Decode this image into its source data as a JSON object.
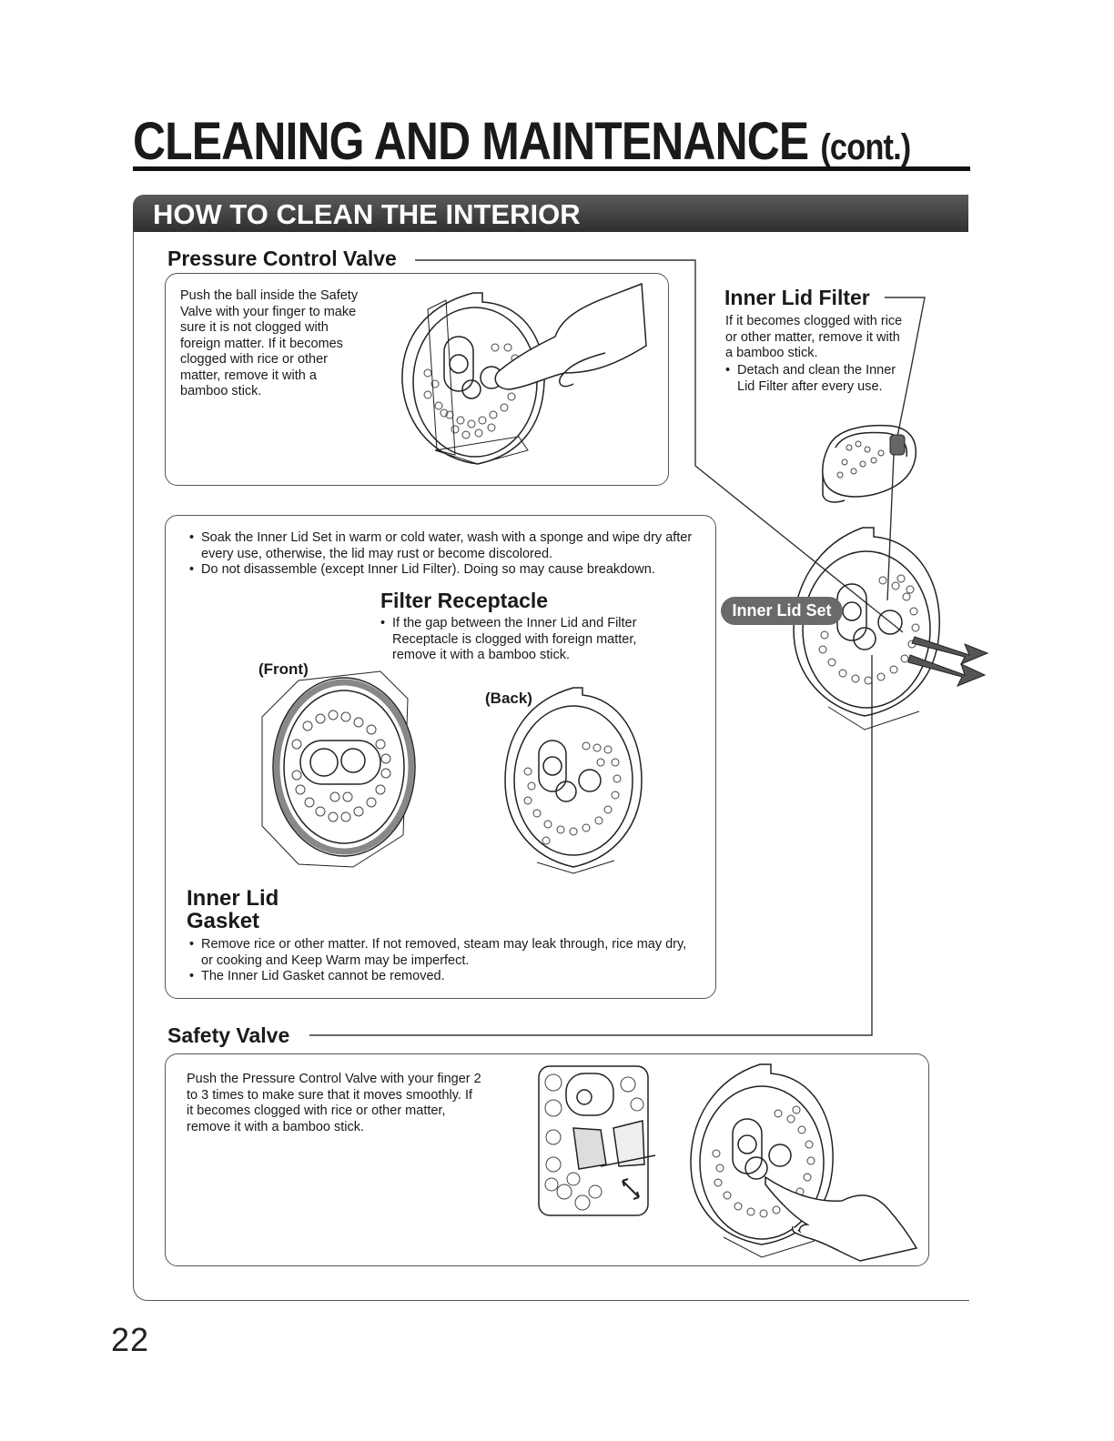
{
  "page": {
    "title": "CLEANING AND MAINTENANCE",
    "title_suffix": "(cont.)",
    "section_title": "HOW TO CLEAN THE INTERIOR",
    "page_number": "22"
  },
  "pressure_control_valve": {
    "heading": "Pressure Control Valve",
    "text": "Push the ball inside the Safety Valve with your finger to make sure it is not clogged with foreign matter. If it becomes clogged with rice or other matter, remove it with a bamboo stick."
  },
  "inner_lid_filter": {
    "heading": "Inner Lid Filter",
    "text": "If it becomes clogged with rice or other matter, remove it with a bamboo stick.",
    "bullet": "Detach and clean the Inner Lid Filter after every use."
  },
  "inner_lid_set": {
    "bullets": [
      "Soak the Inner Lid Set in warm or cold water, wash with a sponge and wipe dry after every use, otherwise, the lid may rust or become discolored.",
      "Do not disassemble (except Inner Lid Filter). Doing so may cause breakdown."
    ],
    "callout": "Inner Lid Set"
  },
  "filter_receptacle": {
    "heading": "Filter Receptacle",
    "bullet": "If the gap between the Inner Lid and Filter Receptacle is clogged with foreign matter, remove it with a bamboo stick."
  },
  "views": {
    "front": "(Front)",
    "back": "(Back)"
  },
  "inner_lid_gasket": {
    "heading_line1": "Inner Lid",
    "heading_line2": "Gasket",
    "bullets": [
      "Remove rice or other matter. If not removed, steam may leak through, rice may dry, or cooking and Keep Warm may be imperfect.",
      "The Inner Lid Gasket cannot be removed."
    ]
  },
  "safety_valve": {
    "heading": "Safety Valve",
    "text": "Push the Pressure Control Valve with your finger 2 to 3 times to make sure that it moves smoothly. If it becomes clogged with rice or other matter, remove it with a bamboo stick."
  }
}
